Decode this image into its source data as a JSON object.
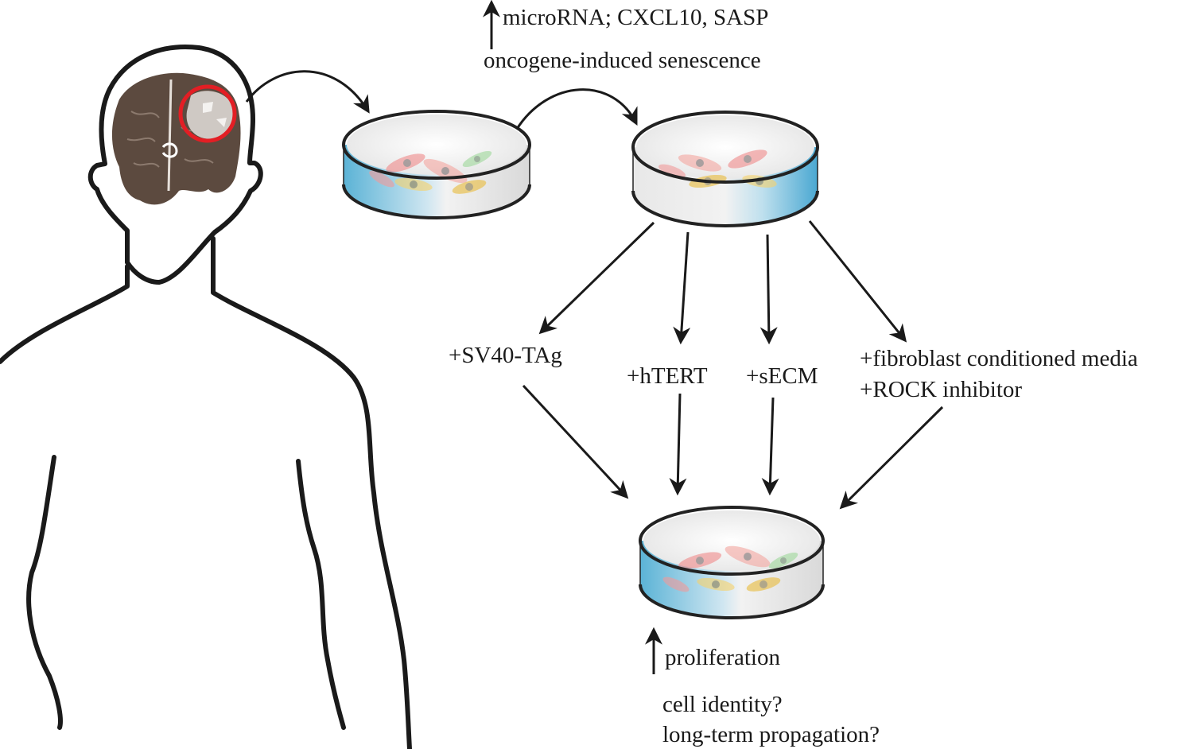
{
  "top": {
    "up_label": "microRNA; CXCL10, SASP",
    "senescence": "oncogene-induced senescence"
  },
  "treatments": {
    "sv40": "+SV40-TAg",
    "htert": "+hTERT",
    "secm": "+sECM",
    "fibroblast": "+fibroblast conditioned media",
    "rock": "+ROCK inhibitor"
  },
  "outcome": {
    "proliferation": "proliferation",
    "identity": "cell identity?",
    "propagation": "long-term propagation?"
  },
  "colors": {
    "line": "#1a1a1a",
    "tumor_circle": "#e31e24",
    "dish_wall": "#5bb3d6",
    "brain": "#5c4a3f"
  }
}
